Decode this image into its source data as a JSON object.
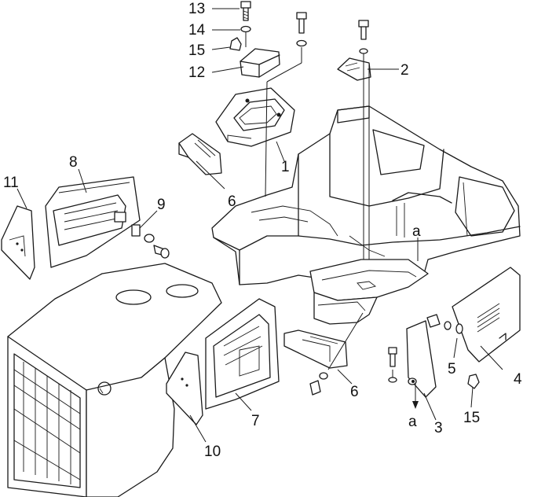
{
  "diagram": {
    "callouts": [
      {
        "id": "c13",
        "text": "13"
      },
      {
        "id": "c14",
        "text": "14"
      },
      {
        "id": "c15a",
        "text": "15"
      },
      {
        "id": "c12",
        "text": "12"
      },
      {
        "id": "c2",
        "text": "2"
      },
      {
        "id": "c1",
        "text": "1"
      },
      {
        "id": "c8",
        "text": "8"
      },
      {
        "id": "c11",
        "text": "11"
      },
      {
        "id": "c9",
        "text": "9"
      },
      {
        "id": "c6a",
        "text": "6"
      },
      {
        "id": "ca1",
        "text": "a"
      },
      {
        "id": "c4",
        "text": "4"
      },
      {
        "id": "c5",
        "text": "5"
      },
      {
        "id": "c6b",
        "text": "6"
      },
      {
        "id": "c7",
        "text": "7"
      },
      {
        "id": "c10",
        "text": "10"
      },
      {
        "id": "c3",
        "text": "3"
      },
      {
        "id": "ca2",
        "text": "a"
      },
      {
        "id": "c15b",
        "text": "15"
      }
    ]
  }
}
